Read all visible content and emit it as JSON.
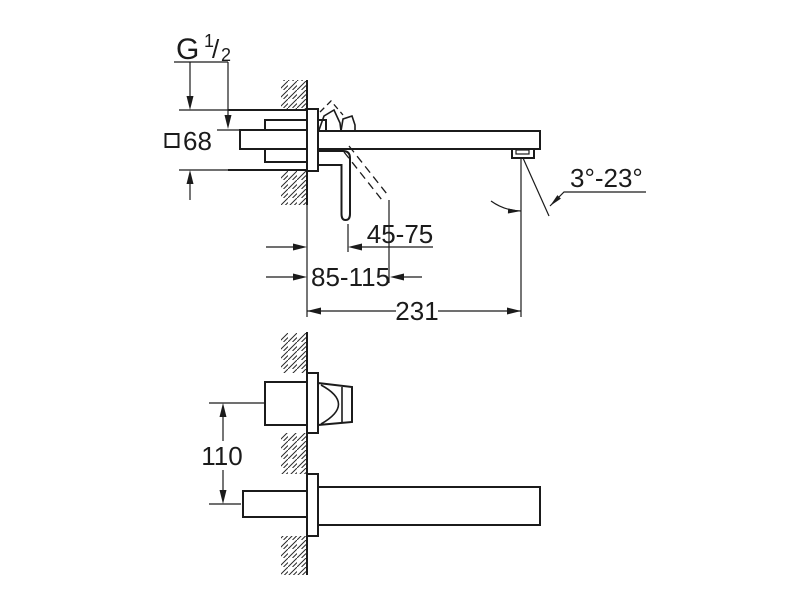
{
  "page": {
    "background": "#ffffff",
    "line_color": "#1b1b1b",
    "description": "Technical dimension drawing of a wall-mounted two-hole basin mixer faucet: side view (top) and plan view (bottom) with installation dimensions in mm"
  },
  "dimensions": {
    "thread": {
      "g": "G",
      "numerator": "1",
      "slash": "/",
      "denominator": "2",
      "full": "G 1/2"
    },
    "escutcheon": {
      "symbol": "square",
      "value": "68"
    },
    "lever_projection": "45-75",
    "lever_swing": "85-115",
    "spout_projection": "231",
    "stream_angle": "3°-23°",
    "hole_distance": "110"
  }
}
